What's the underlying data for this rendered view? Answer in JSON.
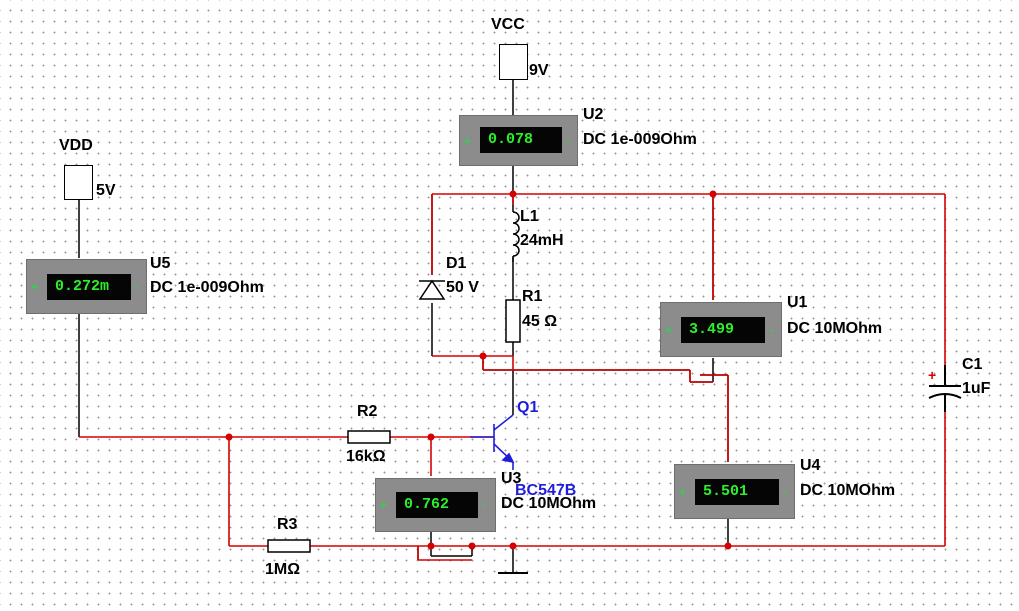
{
  "power": {
    "vcc": {
      "label": "VCC",
      "value": "9V"
    },
    "vdd": {
      "label": "VDD",
      "value": "5V"
    }
  },
  "meters": {
    "u1": {
      "ref": "U1",
      "mode": "DC  10MOhm",
      "reading": "3.499"
    },
    "u2": {
      "ref": "U2",
      "mode": "DC  1e-009Ohm",
      "reading": "0.078"
    },
    "u3": {
      "ref": "U3",
      "mode": "DC  10MOhm",
      "reading": "0.762"
    },
    "u4": {
      "ref": "U4",
      "mode": "DC  10MOhm",
      "reading": "5.501"
    },
    "u5": {
      "ref": "U5",
      "mode": "DC  1e-009Ohm",
      "reading": "0.272m"
    }
  },
  "components": {
    "l1": {
      "ref": "L1",
      "value": "24mH"
    },
    "r1": {
      "ref": "R1",
      "value": "45 Ω"
    },
    "d1": {
      "ref": "D1",
      "value": "50 V"
    },
    "r2": {
      "ref": "R2",
      "value": "16kΩ"
    },
    "r3": {
      "ref": "R3",
      "value": "1MΩ"
    },
    "c1": {
      "ref": "C1",
      "value": "1uF"
    },
    "q1": {
      "ref": "Q1",
      "value": "BC547B"
    }
  },
  "meter_polarity": {
    "plus": "+",
    "minus": "-"
  },
  "colors": {
    "wire": "#d50000",
    "wire_black": "#000000",
    "meter_body": "#8c8c8c",
    "display_bg": "#050505",
    "display_text": "#2cf02c",
    "transistor": "#1f1fd8"
  }
}
